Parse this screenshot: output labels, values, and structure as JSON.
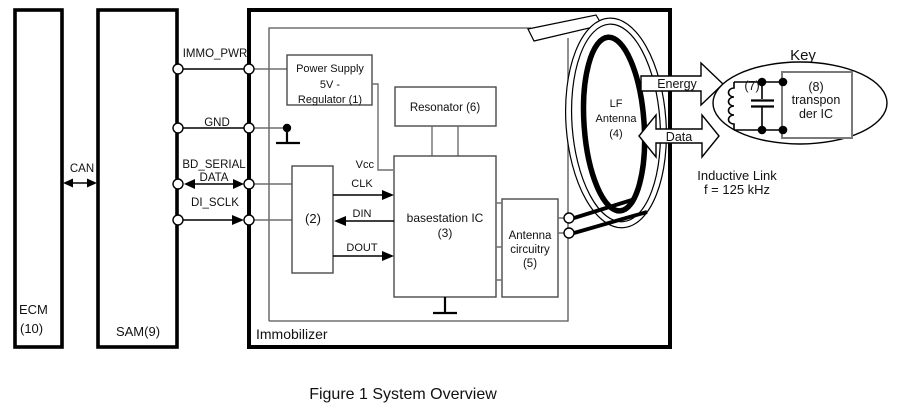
{
  "diagram": {
    "caption": "Figure 1 System Overview",
    "ecm": {
      "label_line1": "ECM",
      "label_line2": "(10)"
    },
    "sam": {
      "label": "SAM(9)"
    },
    "bus": {
      "can": "CAN"
    },
    "signals": {
      "immo_pwr": "IMMO_PWR",
      "gnd": "GND",
      "bd_serial_line1": "BD_SERIAL",
      "bd_serial_line2": "DATA",
      "di_sclk": "DI_SCLK"
    },
    "immobilizer": {
      "label": "Immobilizer",
      "power_supply": {
        "line1": "Power Supply",
        "line2": "5V -",
        "line3": "Regulator (1)"
      },
      "resonator": {
        "label": "Resonator (6)"
      },
      "serial_interface": {
        "label": "(2)"
      },
      "basestation": {
        "line1": "basestation IC",
        "line2": "(3)"
      },
      "antenna_circuitry": {
        "line1": "Antenna",
        "line2": "circuitry",
        "line3": "(5)"
      },
      "pins": {
        "vcc": "Vcc",
        "clk": "CLK",
        "din": "DIN",
        "dout": "DOUT"
      },
      "lf_antenna": {
        "line1": "LF",
        "line2": "Antenna",
        "line3": "(4)"
      }
    },
    "inductive_link": {
      "energy_arrow": "Energy",
      "data_arrow": "Data",
      "caption_line1": "Inductive Link",
      "caption_line2": "f = 125 kHz"
    },
    "key": {
      "title": "Key",
      "resonant_circuit": "(7)",
      "transponder": {
        "line1": "(8)",
        "line2": "transpon",
        "line3": "der IC"
      }
    },
    "colors": {
      "ink": "#000000",
      "line_gray": "#6e6e6e",
      "block_border": "#4a4a4a",
      "background": "#ffffff"
    }
  }
}
